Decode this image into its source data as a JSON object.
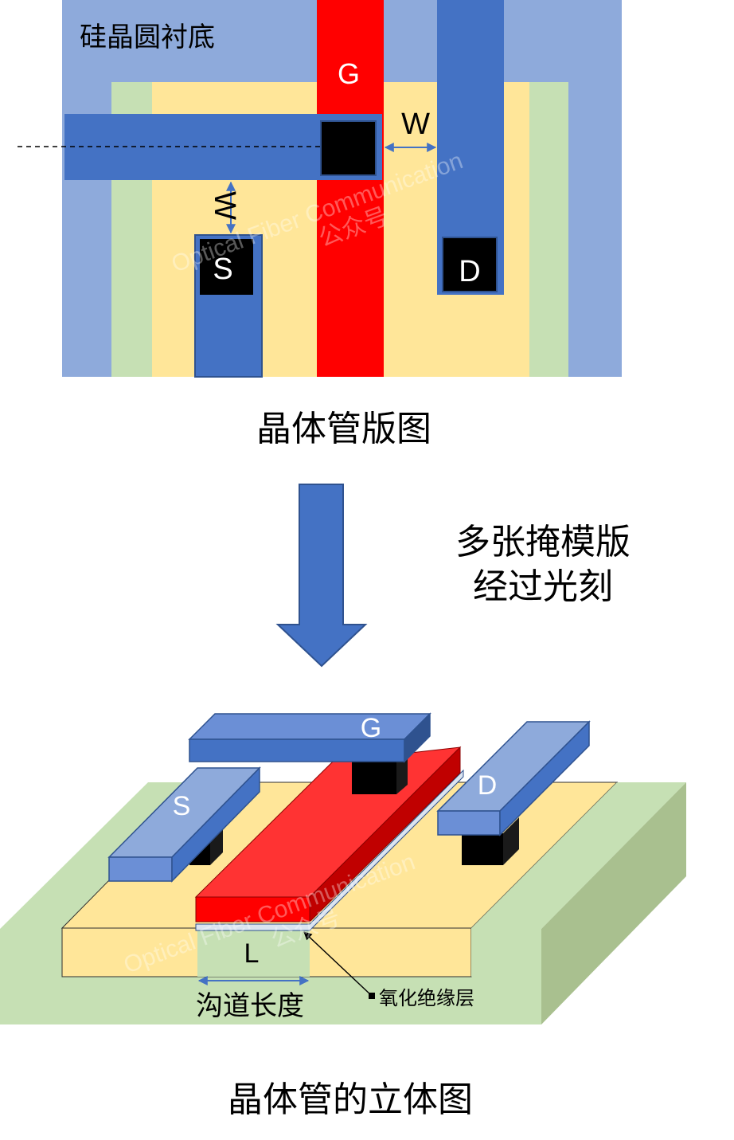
{
  "layout_diagram": {
    "substrate_label": "硅晶圆衬底",
    "gate_label": "G",
    "source_label": "S",
    "drain_label": "D",
    "width_label_right": "W",
    "width_label_left": "W",
    "caption": "晶体管版图"
  },
  "process_step": {
    "line1": "多张掩模版",
    "line2": "经过光刻"
  },
  "isometric_diagram": {
    "gate_label": "G",
    "source_label": "S",
    "drain_label": "D",
    "length_label": "L",
    "channel_label": "沟道长度",
    "oxide_label": "氧化绝缘层",
    "caption": "晶体管的立体图"
  },
  "watermark": {
    "text": "Optical Fiber Communication",
    "account": "公众号"
  },
  "colors": {
    "substrate": "#8eaadb",
    "green": "#c6e0b4",
    "yellow": "#ffe699",
    "gate_red": "#ff0000",
    "metal_blue": "#4472c4",
    "contact": "#000000"
  }
}
